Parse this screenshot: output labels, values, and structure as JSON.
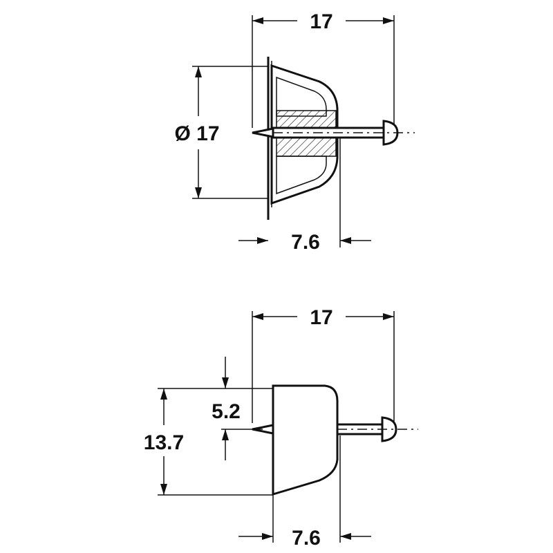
{
  "top_view": {
    "overall_length": "17",
    "diameter": "Ø 17",
    "body_depth": "7.6"
  },
  "side_view": {
    "overall_length": "17",
    "offset": "5.2",
    "height": "13.7",
    "body_depth": "7.6"
  }
}
